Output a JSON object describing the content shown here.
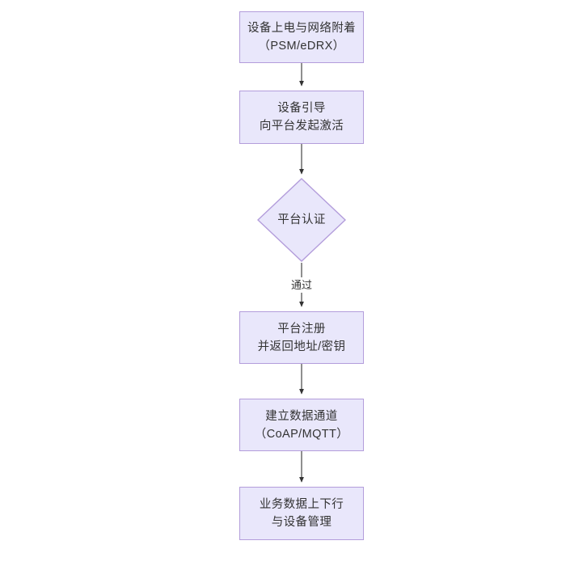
{
  "diagram": {
    "type": "flowchart",
    "orientation": "top-to-bottom",
    "title_text": "",
    "colors": {
      "node_fill": "#e9e7fb",
      "node_border": "#b39ddb",
      "text": "#333333",
      "arrow": "#333333",
      "background": "#ffffff"
    },
    "nodes": [
      {
        "id": "n1",
        "shape": "rectangle",
        "line1": "设备上电与网络附着",
        "line2": "（PSM/eDRX）"
      },
      {
        "id": "n2",
        "shape": "rectangle",
        "line1": "设备引导",
        "line2": "向平台发起激活"
      },
      {
        "id": "n3",
        "shape": "diamond",
        "line1": "平台认证",
        "line2": ""
      },
      {
        "id": "n4",
        "shape": "rectangle",
        "line1": "平台注册",
        "line2": "并返回地址/密钥"
      },
      {
        "id": "n5",
        "shape": "rectangle",
        "line1": "建立数据通道",
        "line2": "（CoAP/MQTT）"
      },
      {
        "id": "n6",
        "shape": "rectangle",
        "line1": "业务数据上下行",
        "line2": "与设备管理"
      }
    ],
    "edges": [
      {
        "id": "e1",
        "from": "n1",
        "to": "n2",
        "label": ""
      },
      {
        "id": "e2",
        "from": "n2",
        "to": "n3",
        "label": ""
      },
      {
        "id": "e3",
        "from": "n3",
        "to": "n4",
        "label": "通过"
      },
      {
        "id": "e4",
        "from": "n4",
        "to": "n5",
        "label": ""
      },
      {
        "id": "e5",
        "from": "n5",
        "to": "n6",
        "label": ""
      }
    ]
  }
}
